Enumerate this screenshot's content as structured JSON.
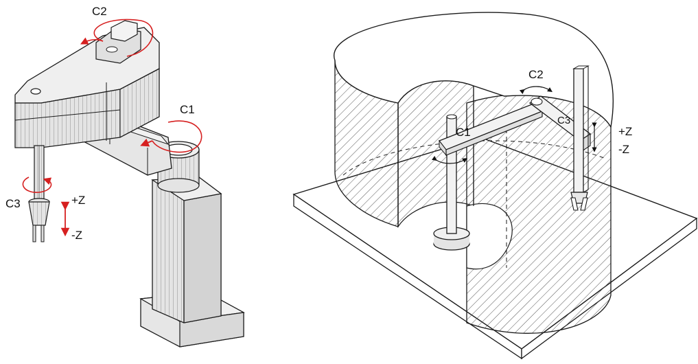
{
  "left_figure": {
    "c2": "C2",
    "c1": "C1",
    "c3": "C3",
    "plus_z": "+Z",
    "minus_z": "-Z"
  },
  "right_figure": {
    "c2": "C2",
    "c1": "C1",
    "c3": "C3",
    "plus_z": "+Z",
    "minus_z": "-Z"
  },
  "colors": {
    "arrow": "#d62020",
    "line": "#1a1a1a",
    "body_fill": "#e6e6e6",
    "body_shade": "#cfcfcf",
    "hatch": "#555555"
  }
}
